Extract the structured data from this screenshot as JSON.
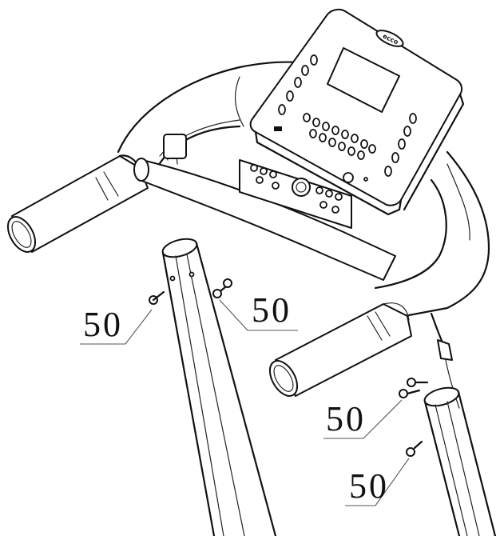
{
  "console": {
    "logo_text": "ecco"
  },
  "callouts": [
    {
      "id": "left-outer-bolt",
      "label": "50"
    },
    {
      "id": "left-inner-bolt",
      "label": "50"
    },
    {
      "id": "right-upper-bolt",
      "label": "50"
    },
    {
      "id": "right-lower-bolt",
      "label": "50"
    }
  ]
}
